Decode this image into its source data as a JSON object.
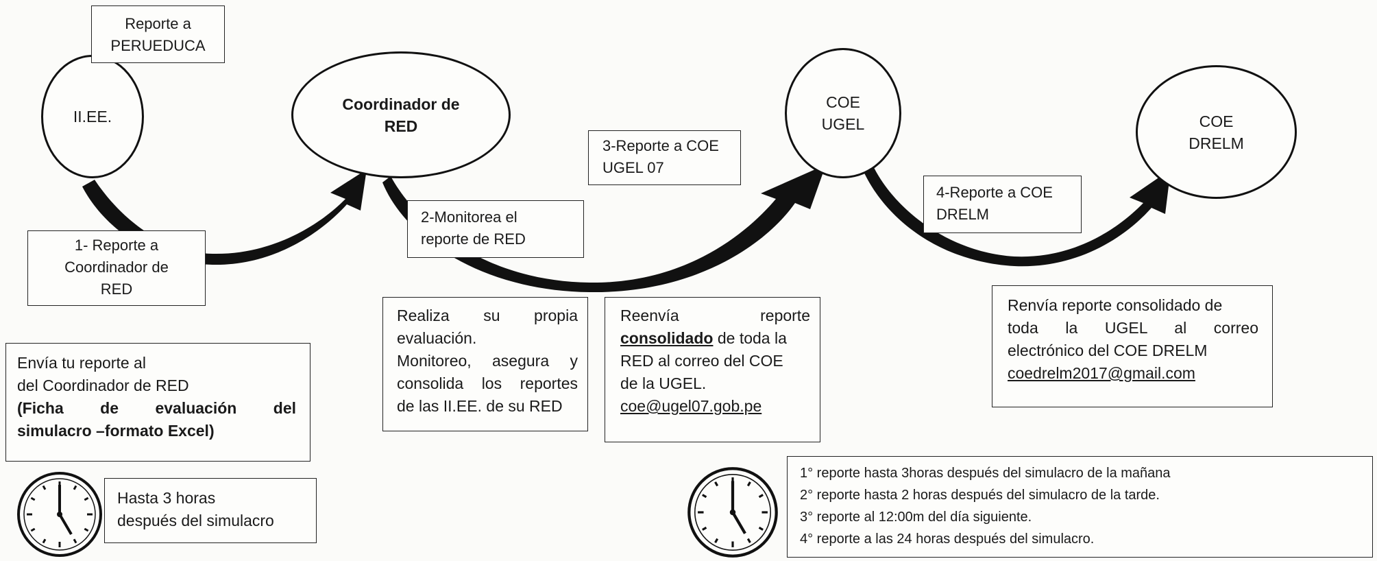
{
  "nodes": {
    "iiee": [
      "II.EE."
    ],
    "coordinador": [
      "Coordinador de",
      "RED"
    ],
    "coe_ugel": [
      "COE",
      "UGEL"
    ],
    "coe_drelm": [
      "COE",
      "DRELM"
    ]
  },
  "steps": {
    "perueduca": [
      "Reporte a",
      "PERUEDUCA"
    ],
    "step1": [
      "1- Reporte a",
      "Coordinador de",
      "RED"
    ],
    "step2": [
      "2-Monitorea el",
      "reporte de RED"
    ],
    "step3": [
      "3-Reporte a COE",
      "UGEL 07"
    ],
    "step4": [
      "4-Reporte a COE",
      "DRELM"
    ]
  },
  "details": {
    "iiee": {
      "line1": "Envía tu reporte al",
      "line2": "del Coordinador de RED",
      "bold1": "(Ficha de evaluación del",
      "bold2": "simulacro –formato Excel)"
    },
    "coordinador": [
      "Realiza su propia",
      "evaluación.",
      "Monitoreo, asegura y",
      "consolida los reportes",
      "de las II.EE. de su RED"
    ],
    "coe_ugel": {
      "line1": "Reenvía reporte",
      "underlined": "consolidado",
      "line2_rest": " de toda la",
      "line3": "RED al correo del COE",
      "line4": "de la UGEL.",
      "email": "coe@ugel07.gob.pe"
    },
    "coe_drelm": {
      "line1": "Renvía reporte consolidado de",
      "line2": "toda la UGEL al correo",
      "line3": "electrónico del COE DRELM",
      "email": "coedrelm2017@gmail.com"
    }
  },
  "deadlines": {
    "short": [
      "Hasta 3 horas",
      "después del simulacro"
    ],
    "schedule": [
      "1° reporte hasta  3horas después del simulacro de la mañana",
      "2° reporte hasta 2 horas después del simulacro de la tarde.",
      "3° reporte al 12:00m del día siguiente.",
      "4° reporte a las 24 horas después del simulacro."
    ]
  },
  "icons": {
    "clock": "clock-icon",
    "arrow": "curved-arrow-icon"
  }
}
